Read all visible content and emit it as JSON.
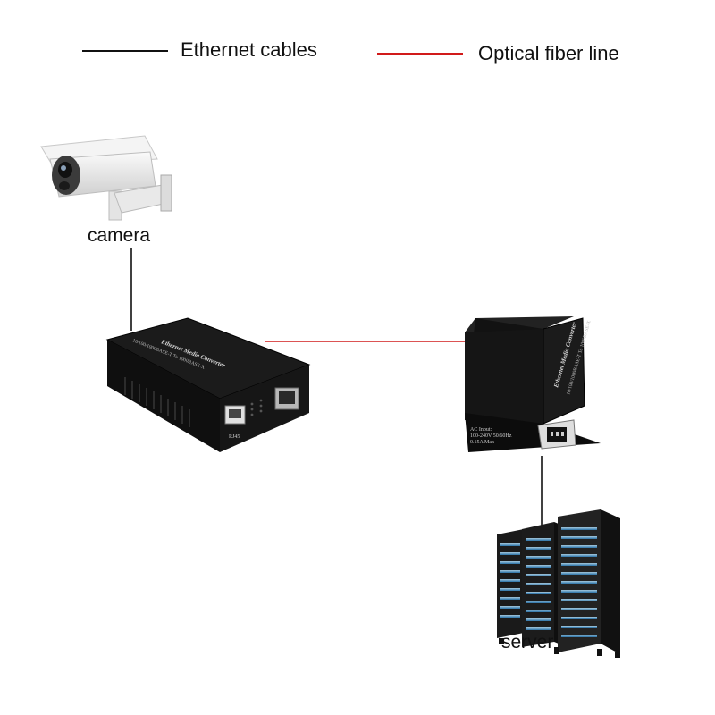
{
  "legend": {
    "ethernet_label": "Ethernet cables",
    "fiber_label": "Optical fiber line",
    "ethernet_color": "#111111",
    "fiber_color": "#d11a1a"
  },
  "nodes": {
    "camera_label": "camera",
    "server_label": "server"
  },
  "converter_left": {
    "title": "Ethernet Media Converter",
    "subtitle": "10/100/1000BASE-T To 1000BASE-X",
    "port_label": "RJ45"
  },
  "converter_right": {
    "title": "Ethernet Media Converter",
    "subtitle": "10/100/1000BASE-T To 1000BASE-X",
    "ac_line1": "AC Input:",
    "ac_line2": "100-240V 50/60Hz",
    "ac_line3": "0.15A Max"
  },
  "icons": {
    "camera": "security-camera-icon",
    "server": "server-rack-icon"
  }
}
